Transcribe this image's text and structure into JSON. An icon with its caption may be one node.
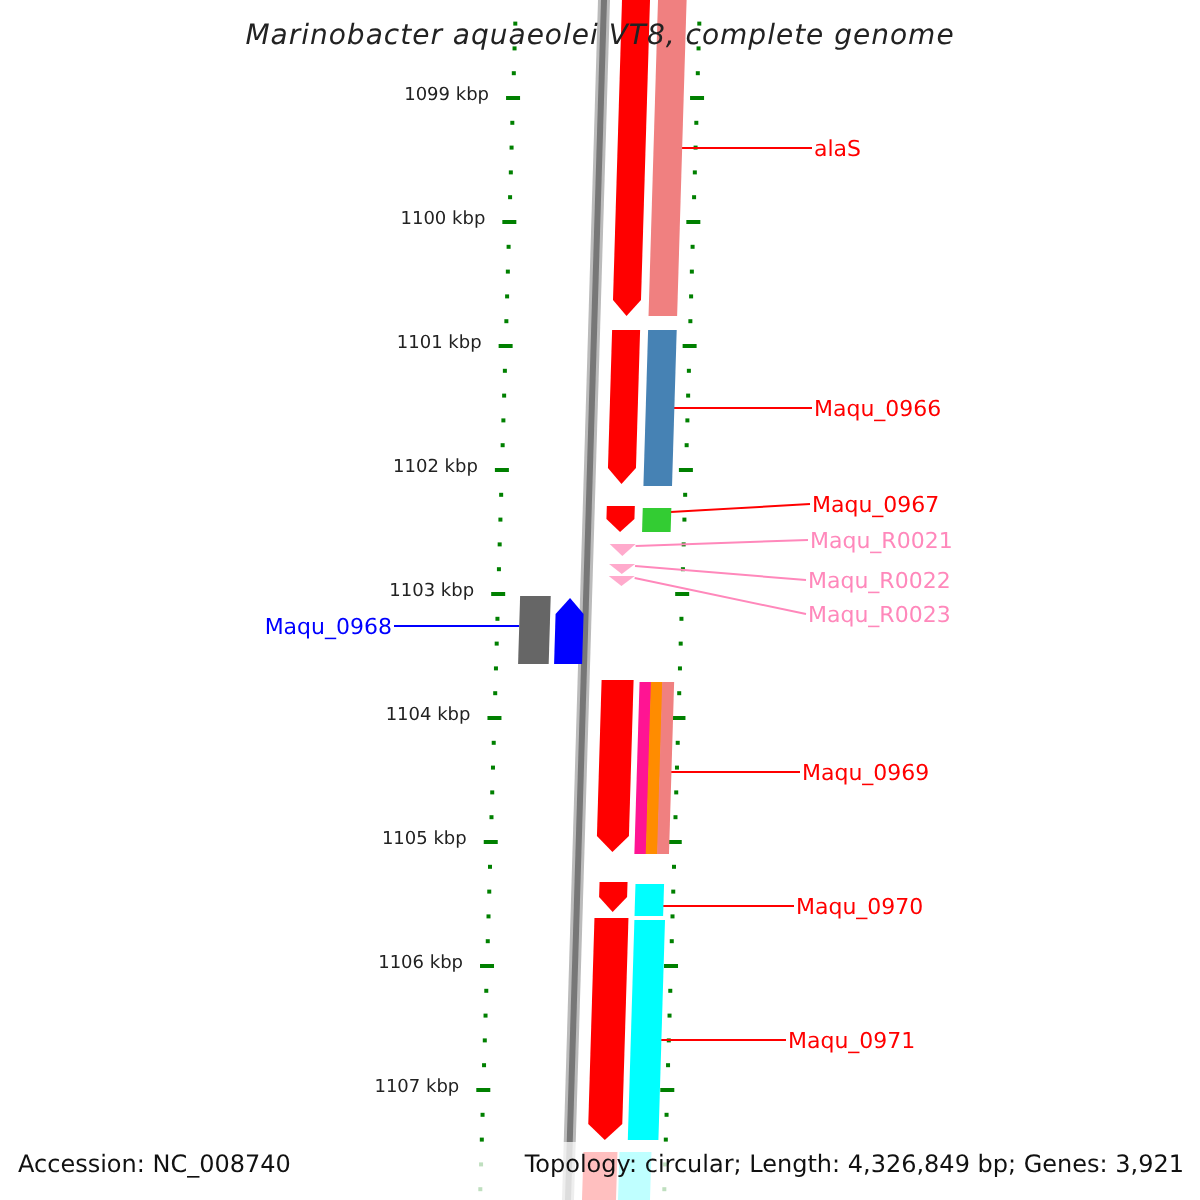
{
  "diagram": {
    "title": "Marinobacter aquaeolei VT8, complete genome",
    "nodes": [
      {
        "text": [
          "alaS"
        ]
      },
      {
        "text": [],
        "shape": "bar"
      },
      {
        "text": [
          "Maqu_0966"
        ]
      },
      {
        "text": [],
        "shape": "bar"
      },
      {
        "text": [
          "Maqu_0967"
        ]
      },
      {
        "text": [],
        "shape": "bar"
      },
      {
        "text": [
          "Maqu_R0021"
        ]
      },
      {
        "text": [],
        "shape": "triangle"
      },
      {
        "text": [
          "Maqu_R0022"
        ]
      },
      {
        "text": [],
        "shape": "triangle"
      },
      {
        "text": [
          "Maqu_R0023"
        ]
      },
      {
        "text": [],
        "shape": "triangle"
      },
      {
        "text": [
          "Maqu_0968"
        ]
      },
      {
        "text": [],
        "shape": "bar"
      },
      {
        "text": [
          "Maqu_0969"
        ]
      },
      {
        "text": [],
        "shape": "bar"
      },
      {
        "text": [
          "Maqu_0970"
        ]
      },
      {
        "text": [],
        "shape": "bar"
      },
      {
        "text": [
          "Maqu_0971"
        ]
      },
      {
        "text": [],
        "shape": "bar"
      }
    ],
    "edges": [
      {
        "from": 0,
        "to": 1,
        "arrow": "none"
      },
      {
        "from": 2,
        "to": 3,
        "arrow": "none"
      },
      {
        "from": 4,
        "to": 5,
        "arrow": "none"
      },
      {
        "from": 6,
        "to": 7,
        "arrow": "none",
        "color": "#ff88bb"
      },
      {
        "from": 8,
        "to": 9,
        "arrow": "none",
        "color": "#ff88bb"
      },
      {
        "from": 10,
        "to": 11,
        "arrow": "none",
        "color": "#ff88bb"
      },
      {
        "from": 12,
        "to": 13,
        "arrow": "none",
        "color": "#0000ff"
      },
      {
        "from": 14,
        "to": 15,
        "arrow": "none"
      },
      {
        "from": 16,
        "to": 17,
        "arrow": "none"
      },
      {
        "from": 18,
        "to": 19,
        "arrow": "none"
      }
    ],
    "labels": [
      "1099 kbp",
      "1100 kbp",
      "1101 kbp",
      "1102 kbp",
      "1103 kbp",
      "1104 kbp",
      "1105 kbp",
      "1106 kbp",
      "1107 kbp",
      "Accession: NC_008740",
      "Topology: circular; Length: 4,326,849 bp; Genes: 3,921"
    ]
  }
}
